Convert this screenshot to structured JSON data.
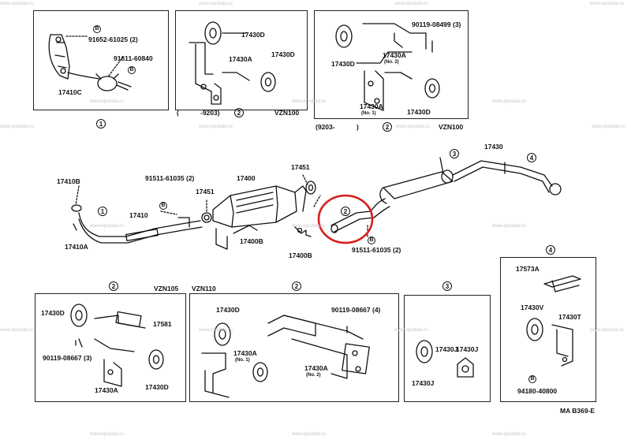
{
  "panels": {
    "p1": {
      "marker": "1",
      "bolt_marker": "B",
      "labels": {
        "a": "91652-61025 (2)",
        "b": "91611-60840",
        "c": "17410C"
      }
    },
    "p2a": {
      "marker": "2",
      "labels": {
        "a": "17430D",
        "b": "17430A",
        "c": "17430D"
      },
      "range_a": "(",
      "range_b": "-9203)",
      "model": "VZN100"
    },
    "p2b": {
      "marker": "2",
      "labels": {
        "a": "90119-08499 (3)",
        "b": "17430D",
        "c": "17430A",
        "c_sub": "(No. 2)",
        "d": "17430A",
        "d_sub": "(No. 1)",
        "e": "17430D"
      },
      "range": "(9203-",
      "range_end": ")",
      "model": "VZN100"
    },
    "main": {
      "labels": {
        "l17410B": "17410B",
        "l17410": "17410",
        "l17410A": "17410A",
        "l91511a": "91511-61035 (2)",
        "l17451a": "17451",
        "l17400": "17400",
        "l17400B": "17400B",
        "l17451b": "17451",
        "l17400Bb": "17400B",
        "l17430": "17430",
        "l91511b": "91511-61035 (2)"
      },
      "markers": {
        "m1": "1",
        "m2": "2",
        "m3": "3",
        "m4": "4"
      },
      "bolt_markers": {
        "b1": "B",
        "b2": "B"
      }
    },
    "p2c": {
      "marker": "2",
      "model": "VZN105",
      "labels": {
        "a": "17430D",
        "b": "17581",
        "c": "90119-08667 (3)",
        "d": "17430A",
        "e": "17430D"
      }
    },
    "p2d": {
      "marker": "2",
      "model": "VZN110",
      "labels": {
        "a": "17430D",
        "b": "90119-08667 (4)",
        "c": "17430A",
        "c_sub": "(No. 1)",
        "d": "17430A",
        "d_sub": "(No. 2)"
      }
    },
    "p3": {
      "marker": "3",
      "labels": {
        "a": "17430J",
        "b": "17430J",
        "c": "17430J"
      }
    },
    "p4": {
      "marker": "4",
      "bolt_marker": "B",
      "labels": {
        "a": "17573A",
        "b": "17430V",
        "c": "17430T",
        "d": "94180-40800"
      }
    }
  },
  "footer_code": "MA B369-E",
  "watermark": "www.epcdata.ru",
  "highlight_color": "#d81e1e"
}
